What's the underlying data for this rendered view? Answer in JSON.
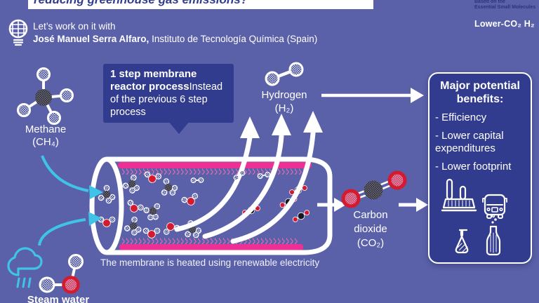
{
  "colors": {
    "background": "#5a61a9",
    "panel_navy": "#323c8f",
    "membrane_pink": "#ed3094",
    "arrow_cyan": "#3fc4e8",
    "atom_red": "#d41a2e",
    "atom_black": "#17161f",
    "navy_text": "#2b3478",
    "white": "#ffffff"
  },
  "header": {
    "headline": "reducing greenhouse gas emissions?",
    "intro": "Let’s work on it with",
    "name": "José Manuel Serra Alfaro,",
    "affiliation": " Instituto de Tecnología Química (Spain)"
  },
  "brand": {
    "based_on_line1": "Based on the",
    "based_on_line2": "Essential Small Molecules",
    "program": "Lower-CO₂ H₂"
  },
  "bubble": {
    "highlight": "1 step membrane reactor process",
    "rest": "Instead of the previous 6 step process"
  },
  "labels": {
    "methane": "Methane",
    "methane_formula": "(CH₄)",
    "hydrogen": "Hydrogen",
    "hydrogen_formula": "(H₂)",
    "co2_line1": "Carbon",
    "co2_line2": "dioxide",
    "co2_formula": "(CO₂)",
    "steam": "Steam water",
    "caption": "The membrane is heated using renewable electricity"
  },
  "benefits": {
    "title": "Major potential benefits:",
    "items": [
      "- Efficiency",
      "- Lower capital expenditures",
      "- Lower footprint"
    ],
    "icons": [
      "factory-icon",
      "bus-icon",
      "flask-icon",
      "bottle-icon"
    ]
  }
}
